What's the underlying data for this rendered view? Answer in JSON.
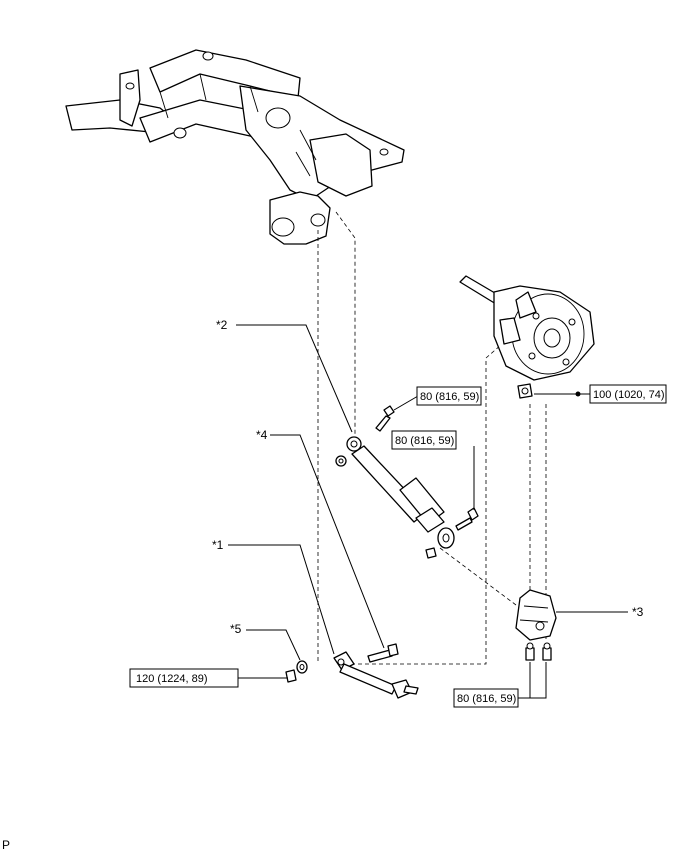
{
  "callouts": {
    "c1": "*1",
    "c2": "*2",
    "c3": "*3",
    "c4": "*4",
    "c5": "*5"
  },
  "torques": {
    "shock_upper_bolt": "80 (816, 59)",
    "shock_lower_bolt": "80 (816, 59)",
    "knuckle_nut": "100 (1020, 74)",
    "bracket_bolts": "80 (816, 59)",
    "link_nut": "120 (1224, 89)"
  },
  "page_marker": "P"
}
